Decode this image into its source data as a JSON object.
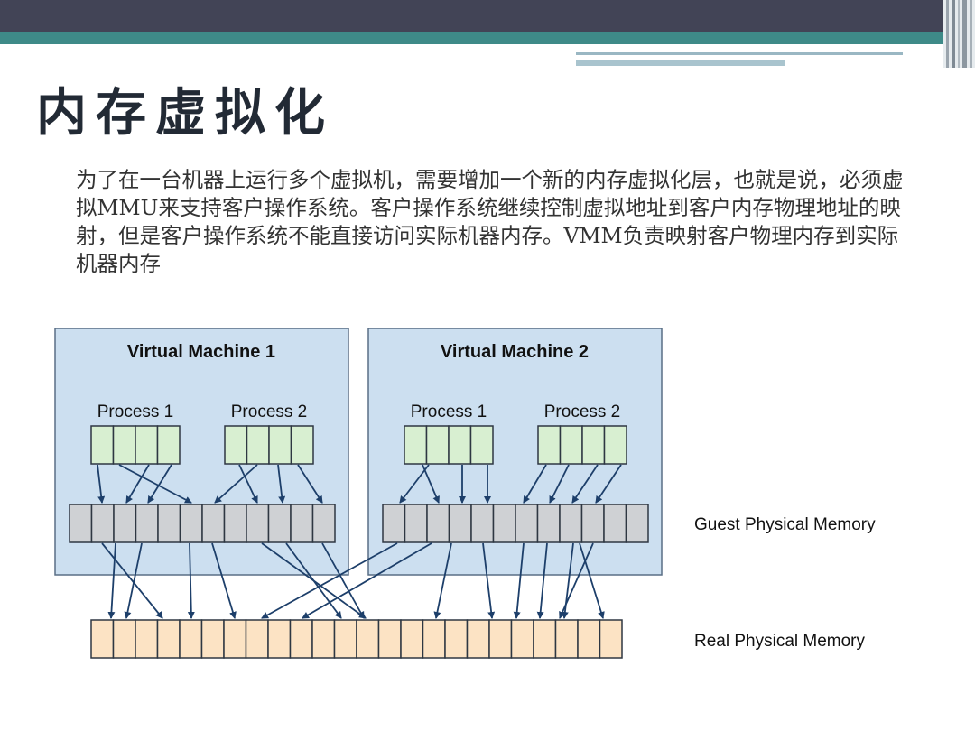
{
  "slide": {
    "title": "内存虚拟化",
    "body": "为了在一台机器上运行多个虚拟机，需要增加一个新的内存虚拟化层，也就是说，必须虚拟MMU来支持客户操作系统。客户操作系统继续控制虚拟地址到客户内存物理地址的映射，但是客户操作系统不能直接访问实际机器内存。VMM负责映射客户物理内存到实际机器内存"
  },
  "diagram": {
    "vm1": {
      "title": "Virtual Machine 1",
      "process1": "Process 1",
      "process2": "Process 2"
    },
    "vm2": {
      "title": "Virtual Machine 2",
      "process1": "Process 1",
      "process2": "Process 2"
    },
    "guest_label": "Guest Physical Memory",
    "real_label": "Real Physical Memory"
  },
  "colors": {
    "vm_fill": "#ccdff0",
    "process_page": "#d8efd1",
    "guest_page": "#cfd1d4",
    "real_page": "#fce3c4",
    "arrow": "#1d3f6a"
  }
}
